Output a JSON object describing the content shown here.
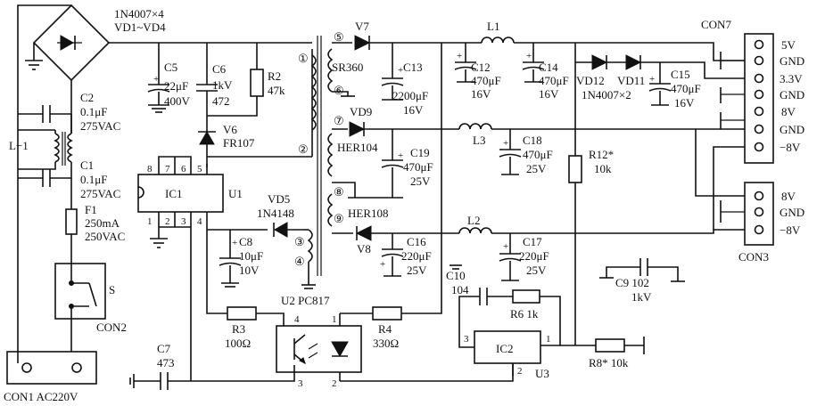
{
  "labels": {
    "bridge_part": "1N4007×4",
    "bridge_ref": "VD1~VD4",
    "c2_ref": "C2",
    "c2_val": "0.1μF",
    "c2_volt": "275VAC",
    "l1_ref": "L−1",
    "c1_ref": "C1",
    "c1_val": "0.1μF",
    "c1_volt": "275VAC",
    "f1_ref": "F1",
    "f1_val": "250mA",
    "f1_volt": "250VAC",
    "s_ref": "S",
    "con2": "CON2",
    "con1": "CON1 AC220V",
    "c5_ref": "C5",
    "c5_val": "22μF",
    "c5_volt": "400V",
    "c6_ref": "C6",
    "c6_volt": "1kV",
    "c6_val": "472",
    "r2_ref": "R2",
    "r2_val": "47k",
    "v6_ref": "V6",
    "v6_part": "FR107",
    "ic1": "IC1",
    "u1": "U1",
    "pin8": "8",
    "pin7": "7",
    "pin6": "6",
    "pin5": "5",
    "pin1": "1",
    "pin2": "2",
    "pin3": "3",
    "pin4": "4",
    "vd5_ref": "VD5",
    "vd5_part": "1N4148",
    "c8_ref": "C8",
    "c8_val": "10μF",
    "c8_volt": "10V",
    "c7_ref": "C7",
    "c7_val": "473",
    "r3_ref": "R3",
    "r3_val": "100Ω",
    "u2": "U2 PC817",
    "opto_pin4": "4",
    "opto_pin1": "1",
    "opto_pin3": "3",
    "opto_pin2": "2",
    "r4_ref": "R4",
    "r4_val": "330Ω",
    "t_w1": "①",
    "t_w2": "②",
    "t_w3": "③",
    "t_w4": "④",
    "t_w5": "⑤",
    "t_w6": "⑥",
    "t_w7": "⑦",
    "t_w8": "⑧",
    "t_w9": "⑨",
    "v7_ref": "V7",
    "v7_part": "SR360",
    "c13_ref": "C13",
    "c13_val": "2200μF",
    "c13_volt": "16V",
    "vd9_ref": "VD9",
    "vd9_part": "HER104",
    "c19_ref": "C19",
    "c19_val": "470μF",
    "c19_volt": "25V",
    "v8_part": "HER108",
    "v8_ref": "V8",
    "c16_ref": "C16",
    "c16_val": "220μF",
    "c16_volt": "25V",
    "l1_out": "L1",
    "c12_ref": "C12",
    "c12_val": "470μF",
    "c12_volt": "16V",
    "c14_ref": "C14",
    "c14_val": "470μF",
    "c14_volt": "16V",
    "l3": "L3",
    "c18_ref": "C18",
    "c18_val": "470μF",
    "c18_volt": "25V",
    "l2": "L2",
    "c17_ref": "C17",
    "c17_val": "220μF",
    "c17_volt": "25V",
    "vd12": "VD12",
    "vd11": "VD11",
    "vd_part": "1N4007×2",
    "c15_ref": "C15",
    "c15_val": "470μF",
    "c15_volt": "16V",
    "r12_ref": "R12*",
    "r12_val": "10k",
    "c10_ref": "C10",
    "c10_val": "104",
    "r6": "R6 1k",
    "ic2": "IC2",
    "u3": "U3",
    "ic2_pin3": "3",
    "ic2_pin1": "1",
    "ic2_pin2": "2",
    "r8": "R8* 10k",
    "c9": "C9 102",
    "c9_volt": "1kV",
    "con7": "CON7",
    "con3": "CON3",
    "plus": "+"
  },
  "con7_pins": [
    "5V",
    "GND",
    "3.3V",
    "GND",
    "8V",
    "GND",
    "−8V"
  ],
  "con3_pins": [
    "8V",
    "GND",
    "−8V"
  ]
}
